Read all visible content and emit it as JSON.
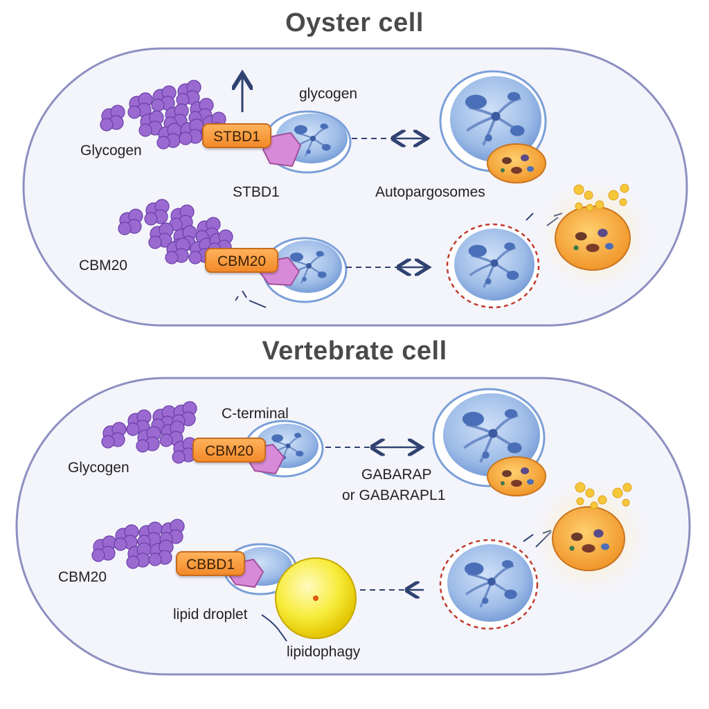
{
  "oyster": {
    "title": "Oyster cell",
    "label_glycogen_upper": "Glycogen",
    "label_glycogen_top": "glycogen",
    "pill_stbd1": "STBD1",
    "label_stbd1": "STBD1",
    "label_autophagosomes": "Autopargosomes",
    "label_cbm20": "CBM20",
    "pill_cbm20": "CBM20"
  },
  "vertebrate": {
    "title": "Vertebrate cell",
    "label_cterminal": "C-terminal",
    "pill_cbm20": "CBM20",
    "label_glycogen": "Glycogen",
    "label_gabarap_line1": "GABARAP",
    "label_gabarap_line2": "or GABARAPL1",
    "label_cbm20": "CBM20",
    "pill_cbbd1": "CBBD1",
    "label_lipid_droplet": "lipid droplet",
    "label_lipidophagy": "lipidophagy"
  },
  "colors": {
    "cell_outline": "#8c8fc0",
    "cell_fill": "#f4f4fb",
    "glycogen": "#9a6ad0",
    "pill": "#f5963a",
    "organelle": "#a9c7ee",
    "lipid": "#f5e63a",
    "lysosome": "#f5a53a",
    "arrow": "#2f4270"
  }
}
